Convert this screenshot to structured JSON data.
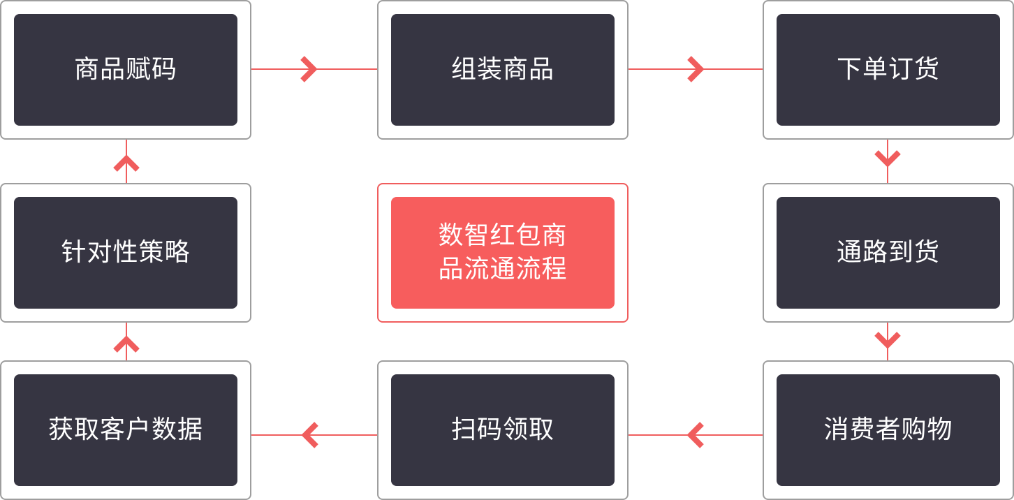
{
  "colors": {
    "card_dark": "#363542",
    "card_accent": "#f75d5d",
    "connector": "#f05d5d",
    "frame_border": "#9e9e9e"
  },
  "steps": {
    "s1": "商品赋码",
    "s2": "组装商品",
    "s3": "下单订货",
    "s4": "通路到货",
    "s5": "消费者购物",
    "s6": "扫码领取",
    "s7": "获取客户数据",
    "s8": "针对性策略"
  },
  "center": {
    "line1": "数智红包商",
    "line2": "品流通流程"
  },
  "icons": {
    "arrow_right": "chevron-right-icon",
    "arrow_down": "chevron-down-icon",
    "arrow_left": "chevron-left-icon",
    "arrow_up": "chevron-up-icon"
  }
}
